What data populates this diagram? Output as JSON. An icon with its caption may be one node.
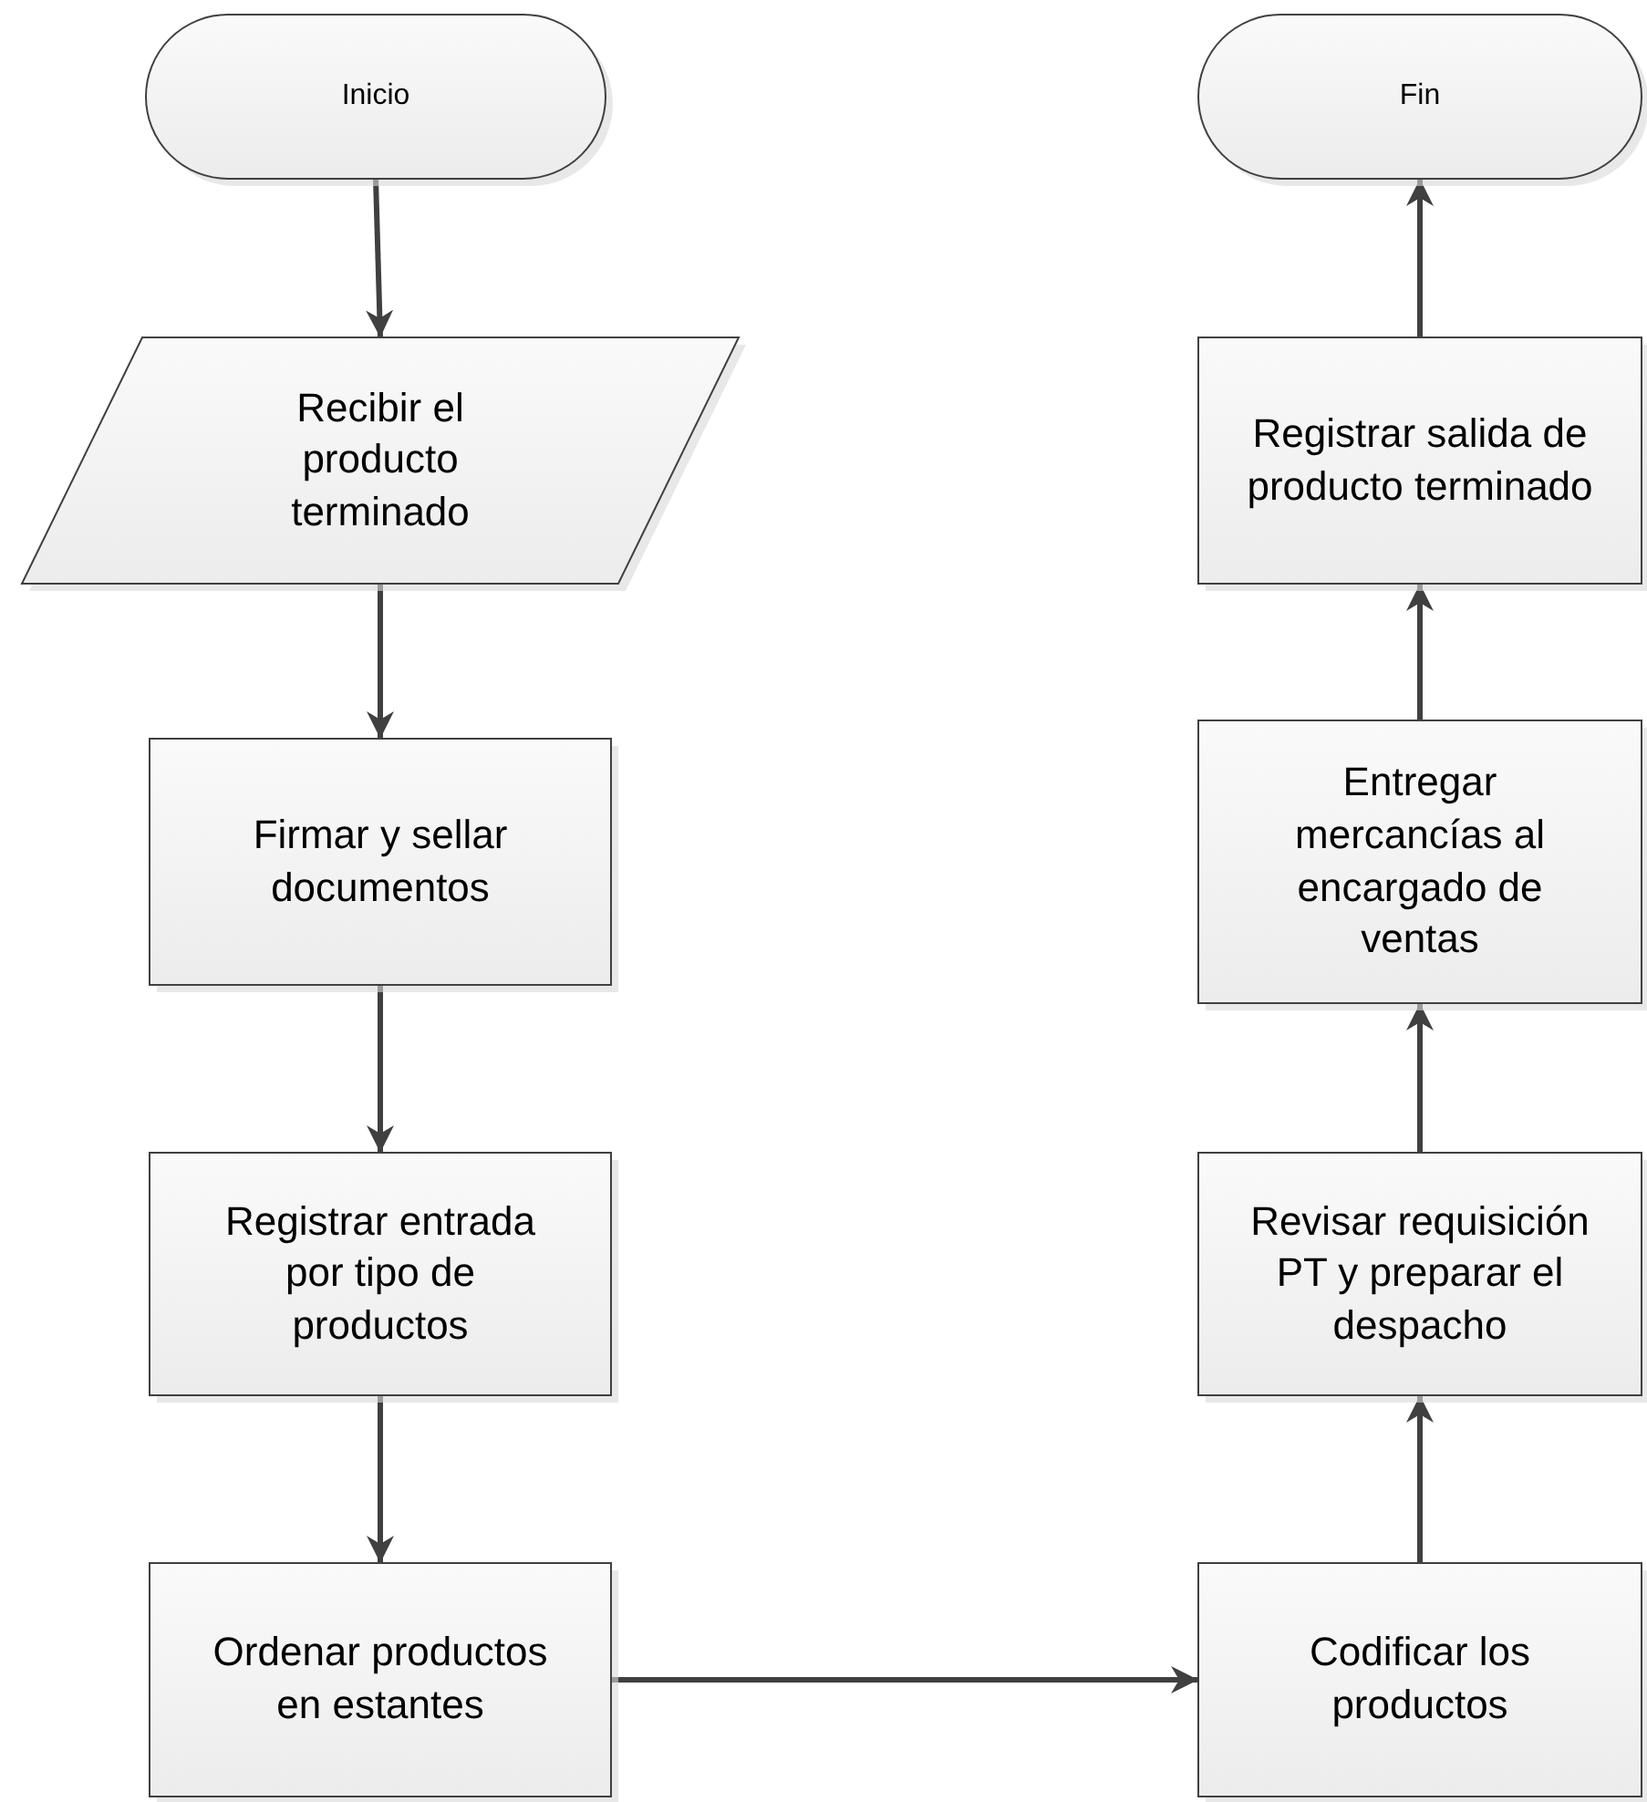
{
  "diagram": {
    "nodes": [
      {
        "text": [
          "Inicio"
        ]
      },
      {
        "text": [
          "Recibir el producto terminado"
        ]
      },
      {
        "text": [
          "Firmar y sellar documentos"
        ]
      },
      {
        "text": [
          "Registrar entrada por tipo de productos"
        ]
      },
      {
        "text": [
          "Ordenar productos en estantes"
        ]
      },
      {
        "text": [
          "Codificar los productos"
        ]
      },
      {
        "text": [
          "Revisar requisición PT y preparar el despacho"
        ]
      },
      {
        "text": [
          "Entregar mercancías al encargado de ventas"
        ]
      },
      {
        "text": [
          "Registrar salida de producto terminado"
        ]
      },
      {
        "text": [
          "Fin"
        ]
      }
    ],
    "edges": [
      {
        "from": 0,
        "to": 1,
        "arrow": "to"
      },
      {
        "from": 1,
        "to": 2,
        "arrow": "to"
      },
      {
        "from": 2,
        "to": 3,
        "arrow": "to"
      },
      {
        "from": 3,
        "to": 4,
        "arrow": "to"
      },
      {
        "from": 4,
        "to": 5,
        "arrow": "to"
      },
      {
        "from": 5,
        "to": 6,
        "arrow": "to"
      },
      {
        "from": 6,
        "to": 7,
        "arrow": "to"
      },
      {
        "from": 7,
        "to": 8,
        "arrow": "to"
      },
      {
        "from": 8,
        "to": 9,
        "arrow": "to"
      }
    ]
  }
}
